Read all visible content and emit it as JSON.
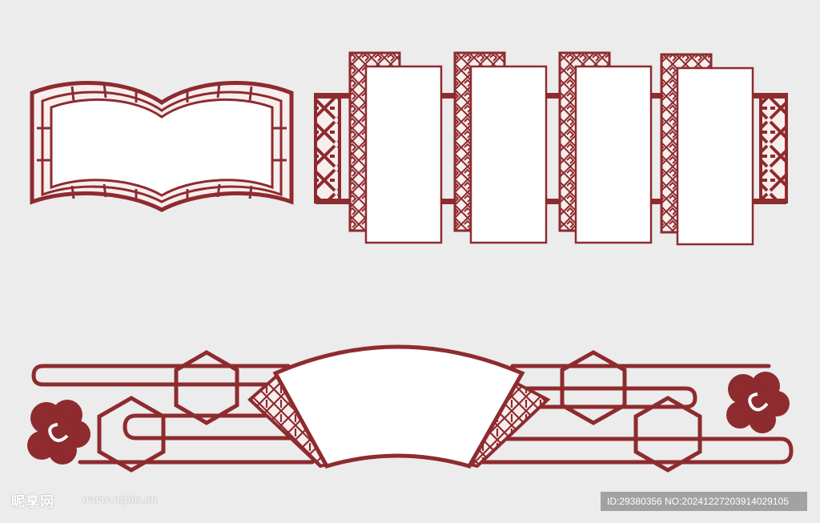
{
  "colors": {
    "background": "#ececec",
    "frame_red": "#8e2b2e",
    "lattice_fill": "#f7eeee",
    "panel_fill": "#ffffff",
    "id_bar": "#a2a2a2"
  },
  "elements": {
    "open_book_frame": {
      "icon": "open-book-frame-icon"
    },
    "hanging_scroll_frames": {
      "count": 4,
      "icon": "hanging-scroll-frame-icon"
    },
    "fan_banner": {
      "icon": "fan-frame-icon",
      "hexagons": 4,
      "auspicious_clouds": 2
    }
  },
  "watermark": {
    "logo": "昵享网",
    "url": "www.nipic.cn"
  },
  "image_id": "ID:29380356 NO:20241227203914029105"
}
